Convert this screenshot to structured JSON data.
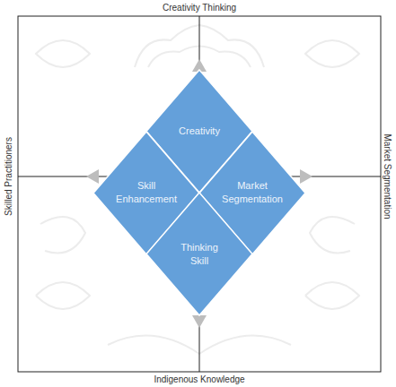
{
  "diagram": {
    "nodes": [
      {
        "text": [
          "Creativity"
        ]
      },
      {
        "text": [
          "Skill Enhancement"
        ]
      },
      {
        "text": [
          "Market Segmentation"
        ]
      },
      {
        "text": [
          "Thinking Skill"
        ]
      }
    ],
    "labels": [
      "Creativity Thinking",
      "Skilled Practitioners",
      "Market Segmentation",
      "Indigenous Knowledge"
    ]
  }
}
